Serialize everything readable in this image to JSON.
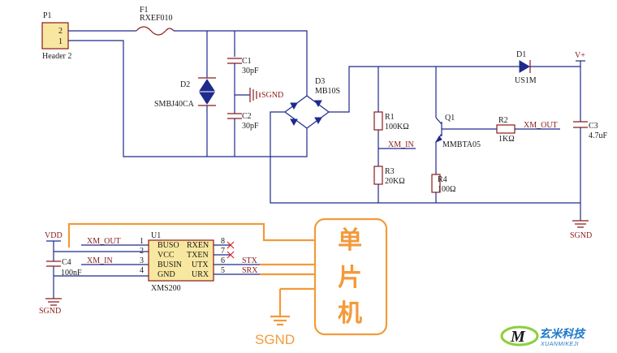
{
  "header": {
    "ref": "P1",
    "name": "Header 2",
    "pin2": "2",
    "pin1": "1"
  },
  "fuse": {
    "ref": "F1",
    "value": "RXEF010"
  },
  "tvs": {
    "ref": "D2",
    "value": "SMBJ40CA"
  },
  "c1": {
    "ref": "C1",
    "value": "30pF"
  },
  "c2": {
    "ref": "C2",
    "value": "30pF"
  },
  "sgnd_mid": "SGND",
  "bridge": {
    "ref": "D3",
    "value": "MB10S"
  },
  "r1": {
    "ref": "R1",
    "value": "100KΩ"
  },
  "r3": {
    "ref": "R3",
    "value": "20KΩ"
  },
  "r4": {
    "ref": "R4",
    "value": "100Ω"
  },
  "xm_in_net": "XM_IN",
  "q1": {
    "ref": "Q1",
    "value": "MMBTA05"
  },
  "r2": {
    "ref": "R2",
    "value": "1KΩ"
  },
  "xm_out_net": "XM_OUT",
  "d1": {
    "ref": "D1",
    "value": "US1M"
  },
  "vplus": "V+",
  "c3": {
    "ref": "C3",
    "value": "4.7uF"
  },
  "sgnd_right": "SGND",
  "vdd": "VDD",
  "c4": {
    "ref": "C4",
    "value": "100nF"
  },
  "sgnd_left": "SGND",
  "u1": {
    "ref": "U1",
    "name": "XMS200",
    "left_pins": [
      {
        "num": "1",
        "name": "BUSO",
        "net": "XM_OUT"
      },
      {
        "num": "2",
        "name": "VCC",
        "net": ""
      },
      {
        "num": "3",
        "name": "BUSIN",
        "net": "XM_IN"
      },
      {
        "num": "4",
        "name": "GND",
        "net": ""
      }
    ],
    "right_pins": [
      {
        "num": "8",
        "name": "RXEN",
        "net": ""
      },
      {
        "num": "7",
        "name": "TXEN",
        "net": ""
      },
      {
        "num": "6",
        "name": "UTX",
        "net": "STX"
      },
      {
        "num": "5",
        "name": "URX",
        "net": "SRX"
      }
    ]
  },
  "mcu": {
    "line1": "单",
    "line2": "片",
    "line3": "机"
  },
  "sgnd_big": "SGND",
  "logo": {
    "cn": "玄米科技",
    "en": "XUANMIKEJI",
    "mark": "M"
  },
  "colors": {
    "wire": "#1f2a8c",
    "component": "#8b1a1a",
    "highlight": "#f39a3a",
    "logo": "#1e78c8"
  }
}
